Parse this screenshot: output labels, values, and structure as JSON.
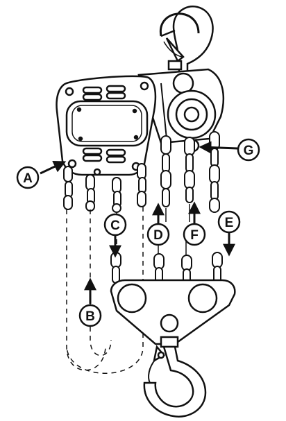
{
  "callouts": [
    {
      "id": "A",
      "label": "A"
    },
    {
      "id": "B",
      "label": "B"
    },
    {
      "id": "C",
      "label": "C"
    },
    {
      "id": "D",
      "label": "D"
    },
    {
      "id": "E",
      "label": "E"
    },
    {
      "id": "F",
      "label": "F"
    },
    {
      "id": "G",
      "label": "G"
    }
  ],
  "colors": {
    "stroke": "#111111",
    "fill": "#ffffff",
    "shade": "#d9d9d9"
  }
}
